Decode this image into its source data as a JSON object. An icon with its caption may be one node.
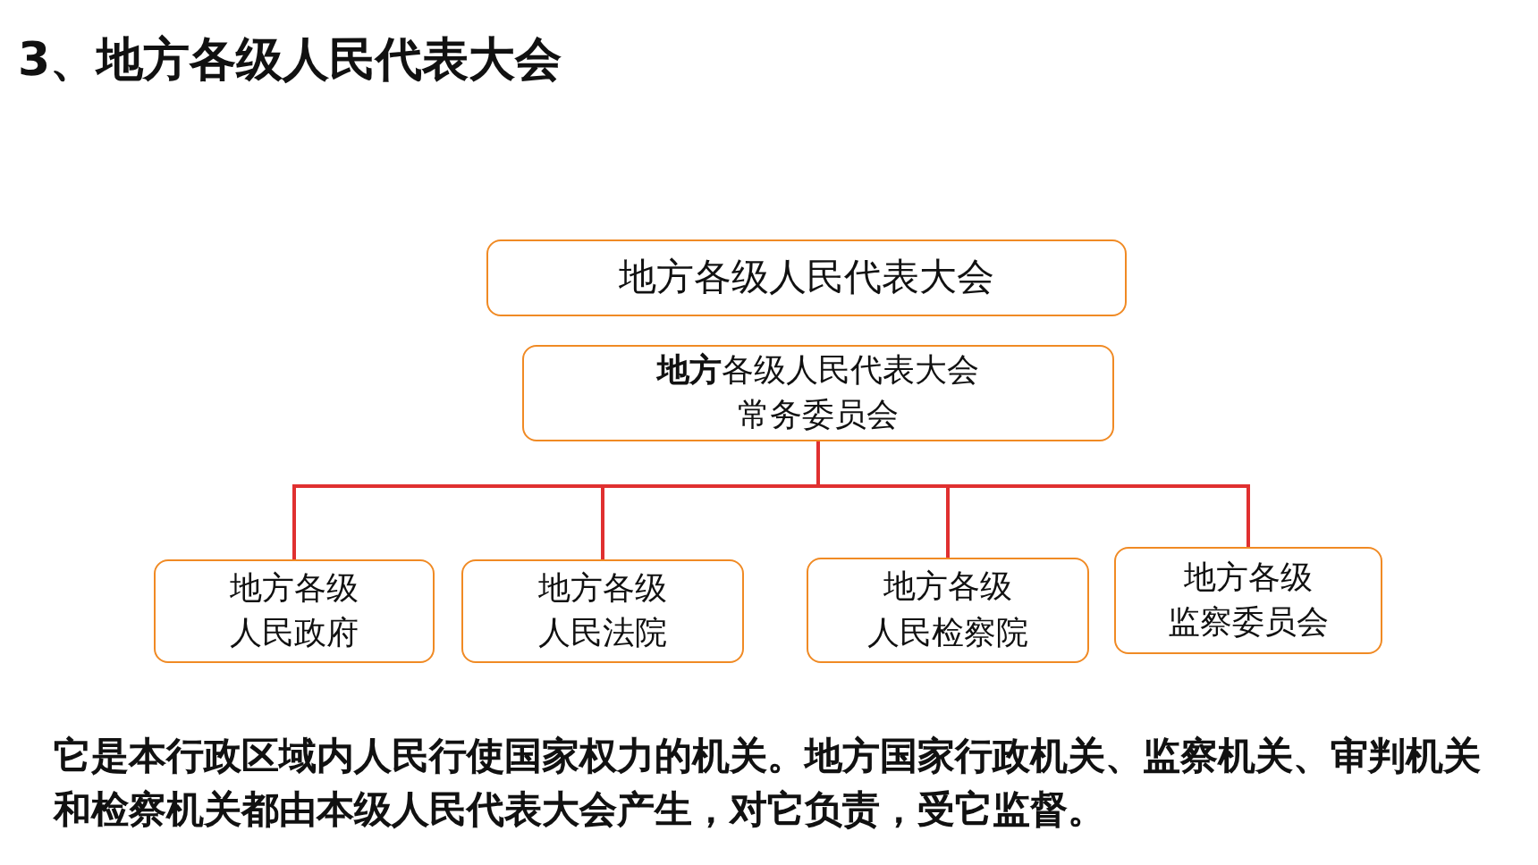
{
  "diagram": {
    "title": "3、地方各级人民代表大会",
    "nodes": [
      {
        "text": [
          "地方各级人民代表大会"
        ]
      },
      {
        "text": [
          "**地方**各级人民代表大会常务委员会"
        ]
      },
      {
        "text": [
          "地方各级人民政府"
        ]
      },
      {
        "text": [
          "地方各级人民法院"
        ]
      },
      {
        "text": [
          "地方各级人民检察院"
        ]
      },
      {
        "text": [
          "地方各级监察委员会"
        ]
      }
    ],
    "edges": [
      {
        "from": 1,
        "to": 2,
        "arrow": "none"
      },
      {
        "from": 1,
        "to": 3,
        "arrow": "none"
      },
      {
        "from": 1,
        "to": 4,
        "arrow": "none"
      },
      {
        "from": 1,
        "to": 5,
        "arrow": "none"
      }
    ],
    "caption": "它是本行政区域内人民行使国家权力的机关。地方国家行政机关、监察机关、审判机关和检察机关都由本级人民代表大会产生，对它负责，受它监督。"
  }
}
